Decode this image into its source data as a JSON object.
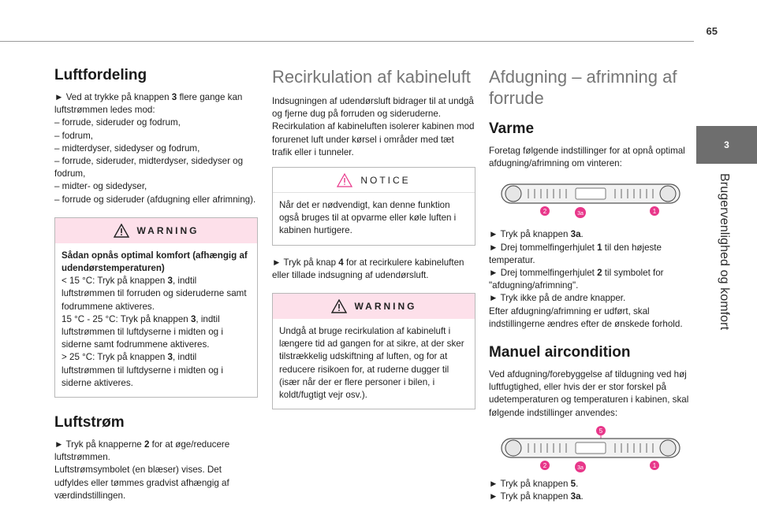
{
  "page": {
    "number": "65"
  },
  "chapter": {
    "number": "3",
    "title": "Brugervenlighed og komfort"
  },
  "col1": {
    "heading": "Luftfordeling",
    "intro": [
      "►  Ved at trykke på knappen ",
      "3",
      " flere gange kan luftstrømmen ledes mod:"
    ],
    "list": [
      "–  forrude, sideruder og fodrum,",
      "–  fodrum,",
      "–  midterdyser, sidedyser og fodrum,",
      "–  forrude, sideruder, midterdyser, sidedyser og fodrum,",
      "–  midter- og sidedyser,",
      "–  forrude og sideruder (afdugning eller afrimning)."
    ],
    "warning": {
      "title": "WARNING",
      "bold_intro": "Sådan opnås optimal komfort (afhængig af udendørstemperaturen)",
      "lines": [
        [
          "< 15 °C: Tryk på knappen ",
          "3",
          ", indtil luftstrømmen til forruden og sideruderne samt fodrummene aktiveres."
        ],
        [
          "15 °C - 25 °C: Tryk på knappen ",
          "3",
          ", indtil luftstrømmen til luftdyserne i midten og i siderne samt fodrummene aktiveres."
        ],
        [
          "> 25 °C: Tryk på knappen ",
          "3",
          ", indtil luftstrømmen til luftdyserne i midten og i siderne aktiveres."
        ]
      ]
    },
    "heading2": "Luftstrøm",
    "airflow": [
      "►  Tryk på knapperne ",
      "2",
      " for at øge/reducere luftstrømmen."
    ],
    "airflow_text": "Luftstrømsymbolet (en blæser) vises. Det udfyldes eller tømmes gradvist afhængig af værdindstillingen."
  },
  "col2": {
    "heading": "Recirkulation af kabineluft",
    "text": "Indsugningen af udendørsluft bidrager til at undgå og fjerne dug på forruden og sideruderne. Recirkulation af kabineluften isolerer kabinen mod forurenet luft under kørsel i områder med tæt trafik eller i tunneler.",
    "notice": {
      "title": "NOTICE",
      "text": "Når det er nødvendigt, kan denne funktion også bruges til at opvarme eller køle luften i kabinen hurtigere."
    },
    "action": [
      "►  Tryk på knap ",
      "4",
      " for at recirkulere kabineluften eller tillade indsugning af udendørsluft."
    ],
    "warning": {
      "title": "WARNING",
      "text": "Undgå at bruge recirkulation af kabineluft i længere tid ad gangen for at sikre, at der sker tilstrækkelig udskiftning af luften, og for at reducere risikoen for, at ruderne dugger til (især når der er flere personer i bilen, i koldt/fugtigt vejr osv.)."
    }
  },
  "col3": {
    "heading": "Afdugning – afrimning af forrude",
    "sub1": "Varme",
    "sub1_text": "Foretag følgende indstillinger for at opnå optimal afdugning/afrimning om vinteren:",
    "panel1_labels": [
      "2",
      "3a",
      "1"
    ],
    "steps1": [
      [
        "►  Tryk på knappen ",
        "3a",
        "."
      ],
      [
        "►  Drej tommelfingerhjulet ",
        "1",
        " til den højeste temperatur."
      ],
      [
        "►  Drej tommelfingerhjulet ",
        "2",
        " til symbolet for \"afdugning/afrimning\"."
      ],
      [
        "►  Tryk ikke på de andre knapper.",
        "",
        ""
      ]
    ],
    "after_text": "Efter afdugning/afrimning er udført, skal indstillingerne ændres efter de ønskede forhold.",
    "sub2": "Manuel aircondition",
    "sub2_text": "Ved afdugning/forebyggelse af tildugning ved høj luftfugtighed, eller hvis der er stor forskel på udetemperaturen og temperaturen i kabinen, skal følgende indstillinger anvendes:",
    "panel2_labels": [
      "5",
      "2",
      "3a",
      "1"
    ],
    "steps2": [
      [
        "►  Tryk på knappen ",
        "5",
        "."
      ],
      [
        "►  Tryk på knappen ",
        "3a",
        "."
      ]
    ]
  },
  "colors": {
    "accent": "#e8378a",
    "warning_bg": "#fde0ea",
    "heading_gray": "#767676",
    "tab_gray": "#6e6e6e"
  },
  "icons": {
    "warning": "warning-triangle-icon",
    "notice": "notice-triangle-icon"
  }
}
